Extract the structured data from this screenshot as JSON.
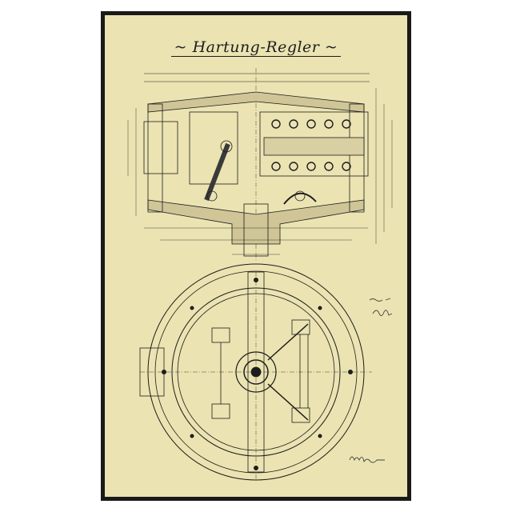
{
  "drawing": {
    "title": "Hartung-Regler",
    "paper_color": "#ebe3b2",
    "ink_color": "#1d1d1d",
    "frame_color": "#1a1a1a",
    "views": [
      "section-elevation",
      "plan-view"
    ],
    "handwritten_notes": [
      "date-initials-note",
      "signature"
    ]
  }
}
